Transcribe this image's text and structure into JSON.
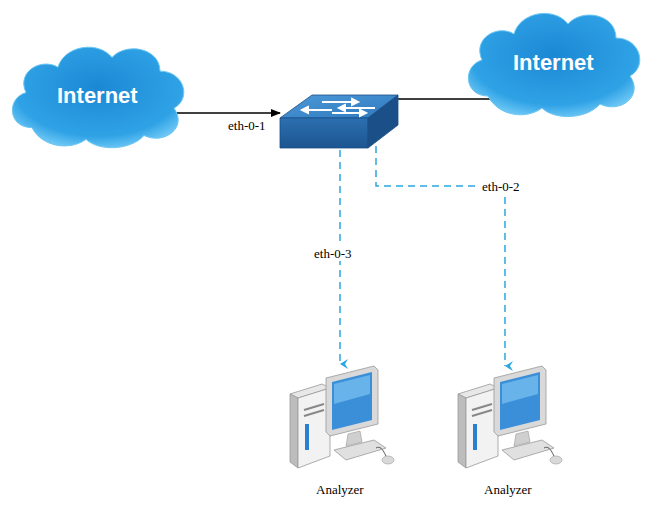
{
  "diagram": {
    "nodes": [
      {
        "text": [
          "Internet"
        ]
      },
      {
        "text": [
          "Internet"
        ]
      },
      {
        "text": [
          "Analyzer"
        ]
      },
      {
        "text": [
          "Analyzer"
        ]
      }
    ],
    "labels": [
      "eth-0-1",
      "eth-0-3",
      "eth-0-2"
    ]
  }
}
